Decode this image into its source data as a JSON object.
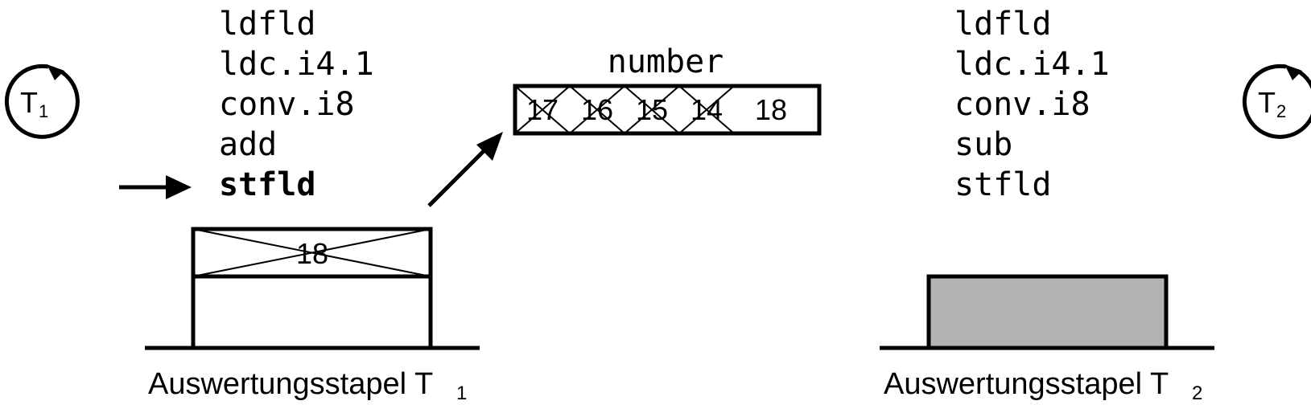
{
  "thread1": {
    "label": "T",
    "label_sub": "1",
    "instructions": [
      "ldfld",
      "ldc.i4.1",
      "conv.i8",
      "add",
      "stfld"
    ],
    "current_instruction_index": 4,
    "stack": {
      "caption": "Auswertungsstapel T",
      "caption_sub": "1",
      "top_value": "18",
      "top_crossed_out": true
    }
  },
  "thread2": {
    "label": "T",
    "label_sub": "2",
    "instructions": [
      "ldfld",
      "ldc.i4.1",
      "conv.i8",
      "sub",
      "stfld"
    ],
    "stack": {
      "caption": "Auswertungsstapel T",
      "caption_sub": "2",
      "fill_color": "#b3b3b3"
    }
  },
  "field": {
    "name": "number",
    "history": [
      {
        "value": "17",
        "crossed_out": true
      },
      {
        "value": "16",
        "crossed_out": true
      },
      {
        "value": "15",
        "crossed_out": true
      },
      {
        "value": "14",
        "crossed_out": true
      },
      {
        "value": "18",
        "crossed_out": false
      }
    ]
  },
  "colors": {
    "stroke": "#000000",
    "stack_fill_t2": "#b3b3b3"
  }
}
